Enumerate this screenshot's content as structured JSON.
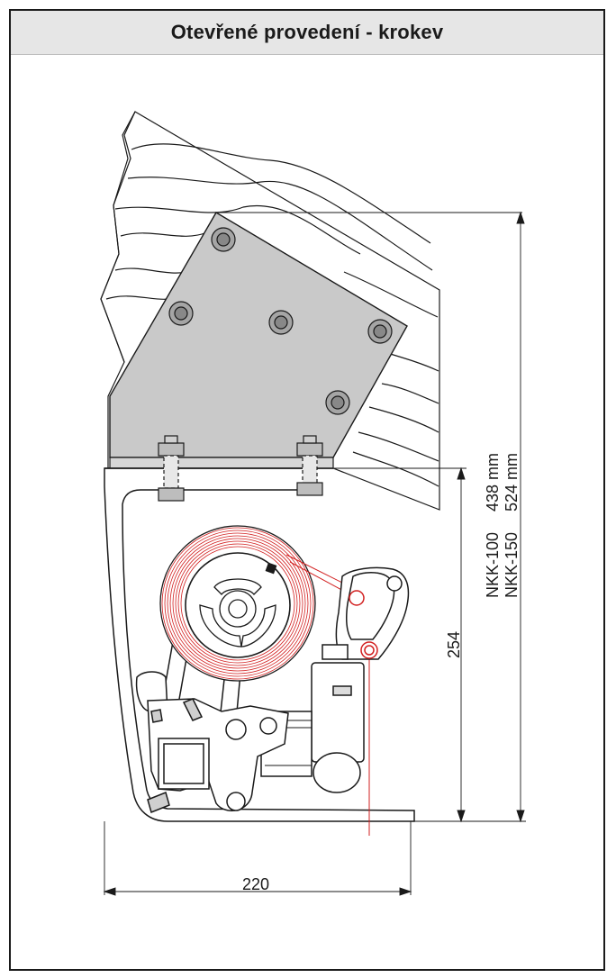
{
  "header": {
    "title": "Otevřené provedení - krokev"
  },
  "dimensions": {
    "height_label": "254",
    "width_label": "220",
    "variants": [
      {
        "model": "NKK-100",
        "value": "438 mm"
      },
      {
        "model": "NKK-150",
        "value": "524 mm"
      }
    ]
  },
  "colors": {
    "ink": "#1a1a1a",
    "plate": "#c9c9c9",
    "strap": "#d21f1f",
    "hardware": "#9b9b9b"
  }
}
